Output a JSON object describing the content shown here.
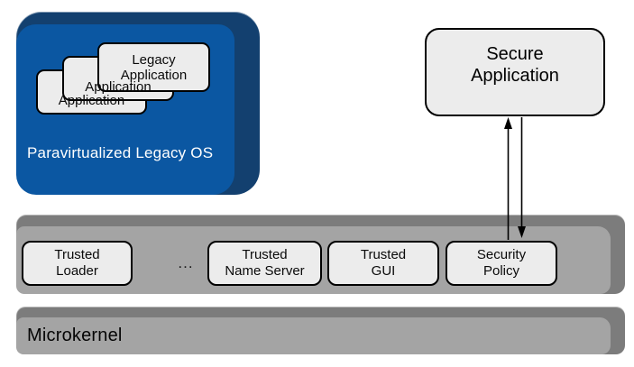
{
  "legacy_os": {
    "title": "Paravirtualized Legacy OS",
    "apps": {
      "back": {
        "line2": "Application"
      },
      "middle": {
        "line2": "Application"
      },
      "front": {
        "line1": "Legacy",
        "line2": "Application"
      }
    }
  },
  "secure_app": {
    "line1": "Secure",
    "line2": "Application"
  },
  "services": {
    "loader": {
      "line1": "Trusted",
      "line2": "Loader"
    },
    "ellipsis": "...",
    "name_server": {
      "line1": "Trusted",
      "line2": "Name Server"
    },
    "gui": {
      "line1": "Trusted",
      "line2": "GUI"
    },
    "policy": {
      "line1": "Security",
      "line2": "Policy"
    }
  },
  "microkernel": {
    "title": "Microkernel"
  },
  "icons": {
    "up_arrow": "arrow-up",
    "down_arrow": "arrow-down"
  },
  "colors": {
    "os_face": "#0b57a2",
    "os_bevel": "#13406f",
    "bar_face": "#a4a4a4",
    "bar_bevel": "#7c7c7c",
    "box_fill": "#ececec",
    "border": "#000000",
    "os_text": "#ffffff"
  }
}
